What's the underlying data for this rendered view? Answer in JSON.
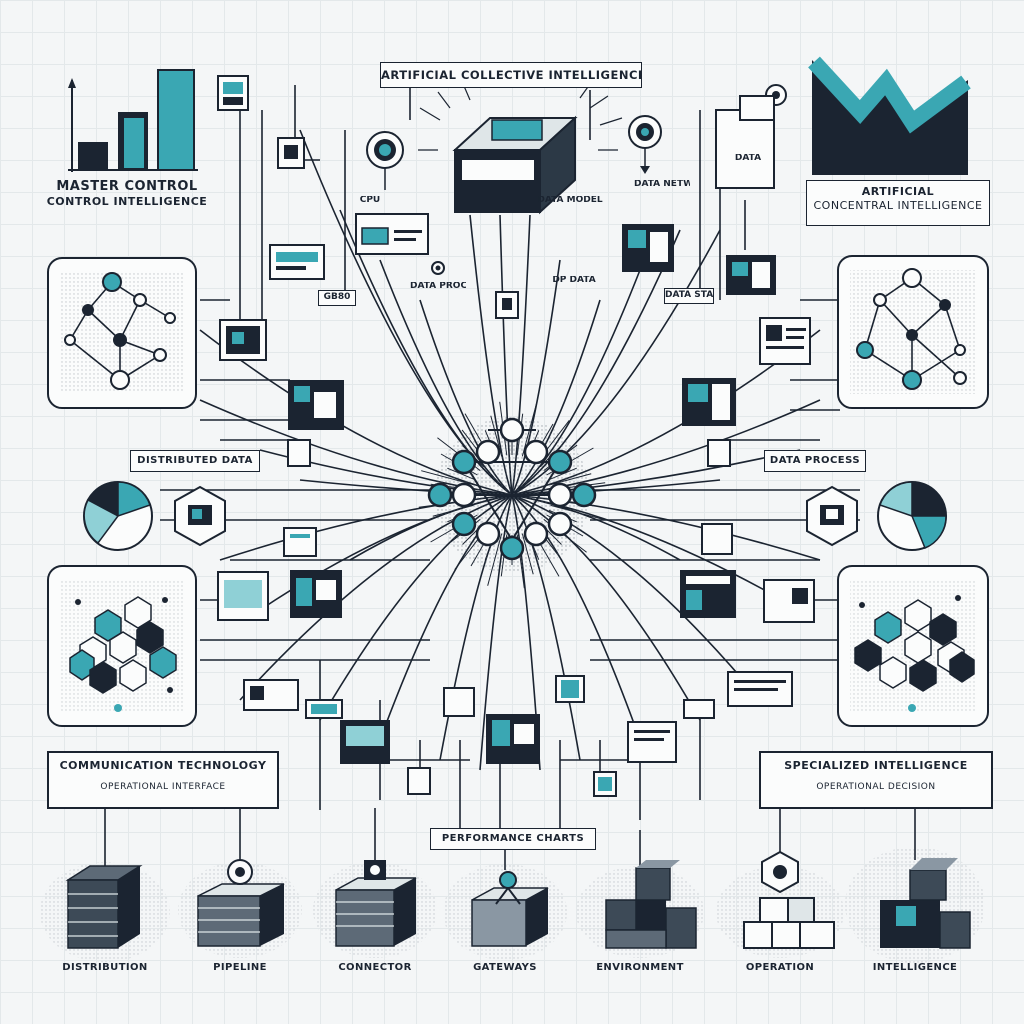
{
  "title": "ARTIFICIAL COLLECTIVE INTELLIGENCE",
  "header_left": {
    "line1": "MASTER CONTROL",
    "line2": "CONTROL INTELLIGENCE"
  },
  "header_right": {
    "line1": "ARTIFICIAL",
    "line2": "CONCENTRAL INTELLIGENCE"
  },
  "mid_left_label": "DISTRIBUTED DATA",
  "mid_right_label": "DATA PROCESS",
  "comm_panel": {
    "title": "COMMUNICATION TECHNOLOGY",
    "subtitle": "OPERATIONAL INTERFACE"
  },
  "spec_panel": {
    "title": "SPECIALIZED INTELLIGENCE",
    "subtitle": "OPERATIONAL DECISION"
  },
  "performance_label": "PERFORMANCE CHARTS",
  "small_labels": {
    "cpu": "CPU",
    "data_network": "DATA NETWORK",
    "data_model": "DATA MODEL",
    "data_processing": "DATA PROCESSING",
    "data_rep": "DP DATA",
    "data_box": "DATA",
    "gate": "GB80",
    "data_stack": "DATA STACK"
  },
  "stacks": [
    "DISTRIBUTION",
    "PIPELINE",
    "CONNECTOR",
    "GATEWAYS",
    "ENVIRONMENT",
    "OPERATION",
    "INTELLIGENCE"
  ],
  "colors": {
    "ink": "#1b2431",
    "teal": "#3aa7b3",
    "light_teal": "#8fd0d6",
    "paper": "#fbfcfc"
  }
}
